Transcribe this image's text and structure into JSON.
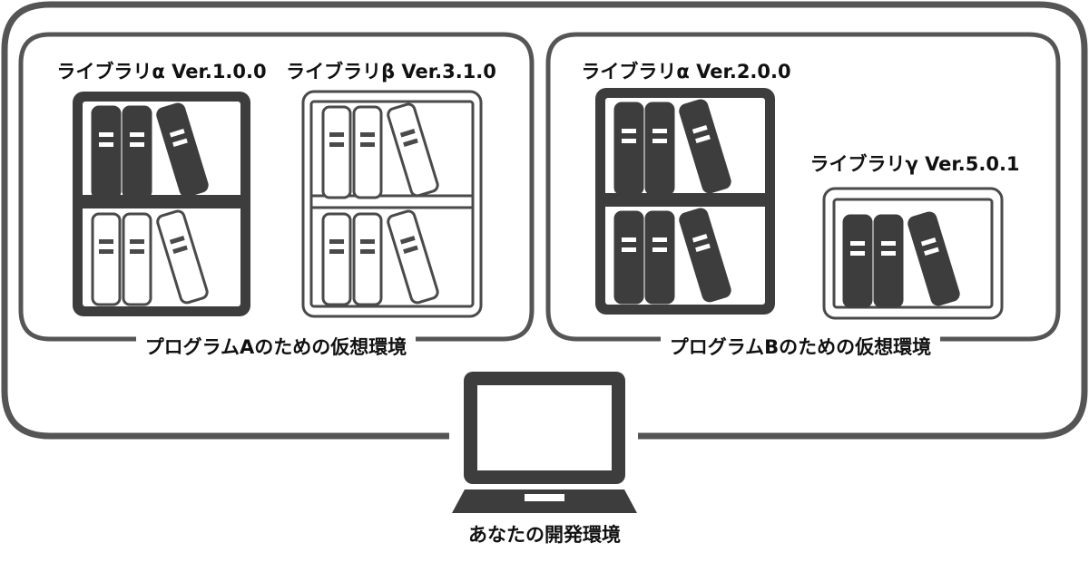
{
  "outer_env": {
    "label": "あなたの開発環境"
  },
  "env_a": {
    "label": "プログラムAのための仮想環境",
    "libraries": [
      {
        "label": "ライブラリα Ver.1.0.0",
        "style": "dark"
      },
      {
        "label": "ライブラリβ Ver.3.1.0",
        "style": "light"
      }
    ]
  },
  "env_b": {
    "label": "プログラムBのための仮想環境",
    "libraries": [
      {
        "label": "ライブラリα Ver.2.0.0",
        "style": "dark"
      },
      {
        "label": "ライブラリγ Ver.5.0.1",
        "style": "dark"
      }
    ]
  },
  "colors": {
    "dark": "#3d3d3d",
    "light": "#ffffff",
    "line": "#555555"
  }
}
